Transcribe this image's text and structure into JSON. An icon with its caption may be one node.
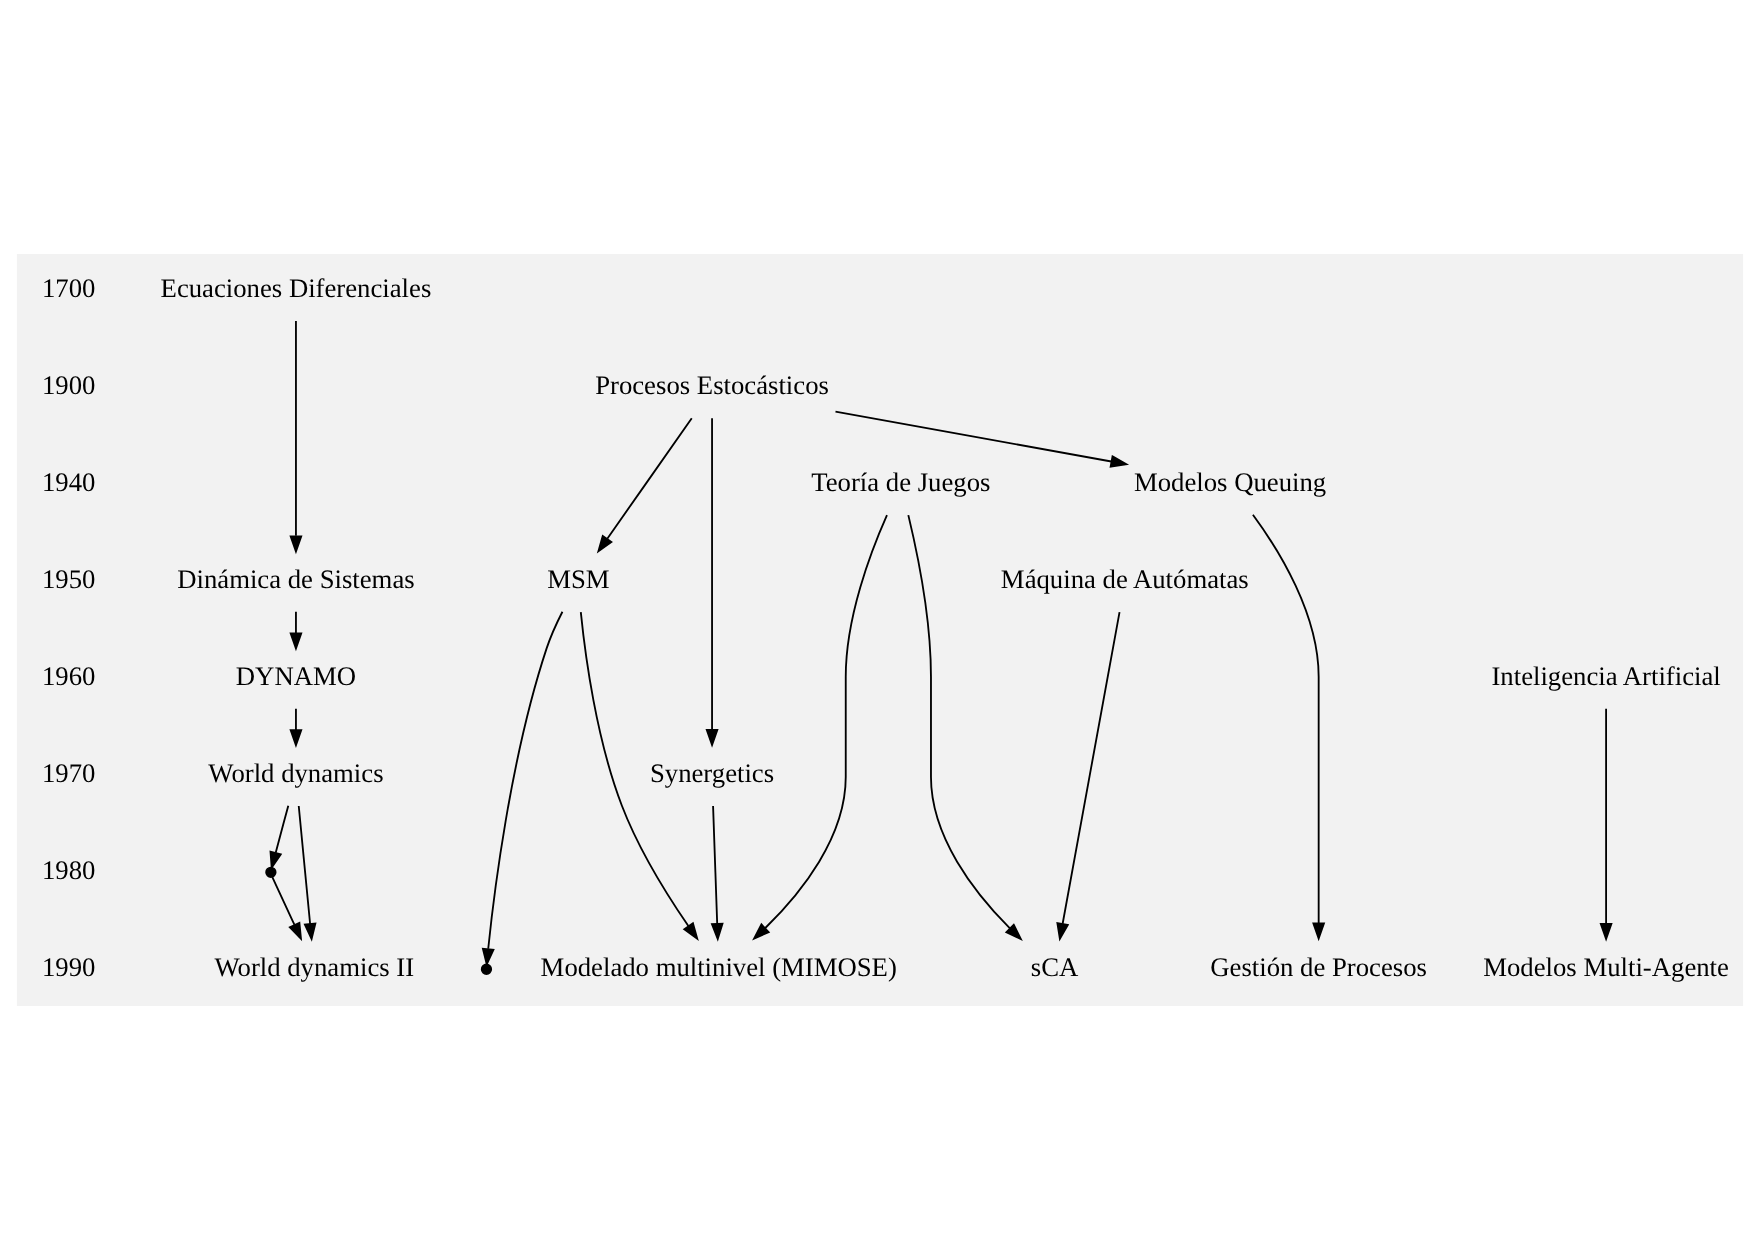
{
  "diagram": {
    "nodes": [
      {
        "text": [
          "Ecuaciones Diferenciales"
        ]
      },
      {
        "text": [
          "Procesos Estocásticos"
        ]
      },
      {
        "text": [
          "Modelos Queuing"
        ]
      },
      {
        "text": [
          "Teoría de Juegos"
        ]
      },
      {
        "text": [
          "Máquina de Autómatas"
        ]
      },
      {
        "text": [
          "Inteligencia Artificial"
        ]
      },
      {
        "text": [
          "Dinámica de Sistemas"
        ]
      },
      {
        "text": [
          "MSM"
        ]
      },
      {
        "text": [
          "DYNAMO"
        ]
      },
      {
        "text": [
          "Synergetics"
        ]
      },
      {
        "text": [
          "World dynamics"
        ]
      },
      {
        "text": [],
        "shape": "point"
      },
      {
        "text": [
          "Gestión de Procesos"
        ]
      },
      {
        "text": [
          "Modelado multinivel (MIMOSE)"
        ]
      },
      {
        "text": [
          "World dynamics II"
        ]
      },
      {
        "text": [],
        "shape": "point"
      },
      {
        "text": [
          "sCA"
        ]
      },
      {
        "text": [
          "Modelos Multi-Agente"
        ]
      }
    ],
    "edges": [
      {
        "from": 0,
        "to": 6,
        "arrow": "to"
      },
      {
        "from": 1,
        "to": 7,
        "arrow": "to"
      },
      {
        "from": 1,
        "to": 2,
        "arrow": "to"
      },
      {
        "from": 1,
        "to": 9,
        "arrow": "to"
      },
      {
        "from": 6,
        "to": 8,
        "arrow": "to"
      },
      {
        "from": 8,
        "to": 10,
        "arrow": "to"
      },
      {
        "from": 10,
        "to": 11,
        "arrow": "to"
      },
      {
        "from": 11,
        "to": 14,
        "arrow": "to"
      },
      {
        "from": 10,
        "to": 14,
        "arrow": "to"
      },
      {
        "from": 7,
        "to": 15,
        "arrow": "to"
      },
      {
        "from": 7,
        "to": 13,
        "arrow": "to"
      },
      {
        "from": 2,
        "to": 12,
        "arrow": "to"
      },
      {
        "from": 9,
        "to": 13,
        "arrow": "to"
      },
      {
        "from": 3,
        "to": 13,
        "arrow": "to"
      },
      {
        "from": 3,
        "to": 16,
        "arrow": "to"
      },
      {
        "from": 4,
        "to": 16,
        "arrow": "to"
      },
      {
        "from": 5,
        "to": 17,
        "arrow": "to"
      }
    ],
    "labels": [
      "1700",
      "1900",
      "1940",
      "1950",
      "1960",
      "1970",
      "1980",
      "1990"
    ]
  }
}
